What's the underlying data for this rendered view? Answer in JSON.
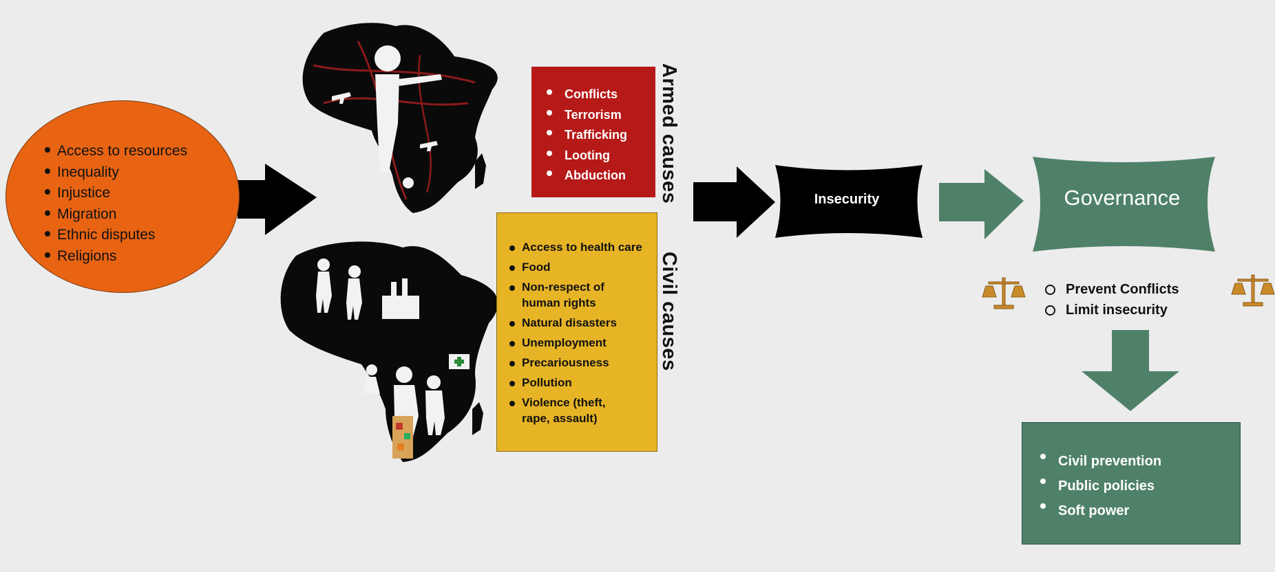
{
  "causes": {
    "items": [
      "Access to resources",
      "Inequality",
      "Injustice",
      "Migration",
      "Ethnic disputes",
      "Religions"
    ]
  },
  "armed": {
    "label": "Armed causes",
    "items": [
      "Conflicts",
      "Terrorism",
      "Trafficking",
      "Looting",
      "Abduction"
    ]
  },
  "civil": {
    "label": "Civil causes",
    "items": [
      "Access to health care",
      "Food",
      "Non-respect of human rights",
      "Natural disasters",
      "Unemployment",
      "Precariousness",
      "Pollution",
      "Violence (theft, rape, assault)"
    ]
  },
  "insecurity": {
    "label": "Insecurity"
  },
  "governance": {
    "label": "Governance",
    "goals": [
      "Prevent Conflicts",
      "Limit insecurity"
    ],
    "measures": [
      "Civil prevention",
      "Public policies",
      "Soft power"
    ]
  },
  "colors": {
    "causes": "#e86413",
    "armed": "#b51918",
    "civil": "#e7b426",
    "insecurity": "#000000",
    "governance": "#4f8169",
    "scale": "#c98a2a"
  }
}
